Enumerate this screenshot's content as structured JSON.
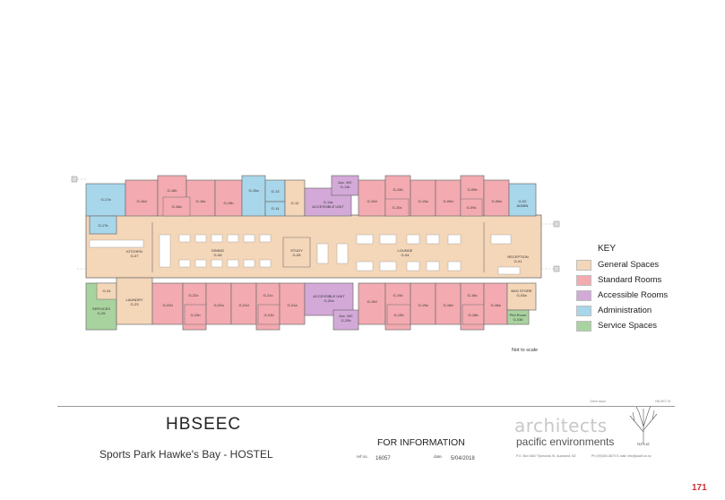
{
  "rooms": [
    {
      "id": "G-17a",
      "label": "G-17a"
    },
    {
      "id": "G-17b",
      "label": "G-17b"
    },
    {
      "id": "G-16d",
      "label": "G-16d"
    },
    {
      "id": "G-16b",
      "label": "G-16b"
    },
    {
      "id": "G-16c",
      "label": "G-16c"
    },
    {
      "id": "G-16a",
      "label": "G-16a"
    },
    {
      "id": "G-15b",
      "label": "G-15b"
    },
    {
      "id": "G-15a",
      "label": "G-15a"
    },
    {
      "id": "G-13",
      "label": "G-13"
    },
    {
      "id": "G-14",
      "label": "G-14"
    },
    {
      "id": "G-12",
      "label": "G-12"
    },
    {
      "id": "G-11b",
      "label": "Acc. WC\nG-11b"
    },
    {
      "id": "G-11a",
      "label": "G-11a\nACCESSIBLE UNIT"
    },
    {
      "id": "G-10d",
      "label": "G-10d"
    },
    {
      "id": "G-10b",
      "label": "G-10b"
    },
    {
      "id": "G-10a",
      "label": "G-10a"
    },
    {
      "id": "G-10c",
      "label": "G-10c"
    },
    {
      "id": "G-09d",
      "label": "G-09d"
    },
    {
      "id": "G-09b",
      "label": "G-09b"
    },
    {
      "id": "G-09a",
      "label": "G-09a"
    },
    {
      "id": "G-09c",
      "label": "G-09c"
    },
    {
      "id": "G-02",
      "label": "G-02\nADMIN"
    },
    {
      "id": "G-07",
      "label": "KITCHEN\nG-07"
    },
    {
      "id": "G-06",
      "label": "DINING\nG-06"
    },
    {
      "id": "G-05",
      "label": "STUDY\nG-05"
    },
    {
      "id": "G-04",
      "label": "LOUNGE\nG-04"
    },
    {
      "id": "G-01",
      "label": "RECEPTION\nG-01"
    },
    {
      "id": "G-24",
      "label": "G-24"
    },
    {
      "id": "G-25",
      "label": "SERVICES\nG-25"
    },
    {
      "id": "G-23",
      "label": "LAUNDRY\nG-23"
    },
    {
      "id": "G-22d",
      "label": "G-22d"
    },
    {
      "id": "G-22c",
      "label": "G-22c"
    },
    {
      "id": "G-22b",
      "label": "G-22b"
    },
    {
      "id": "G-22a",
      "label": "G-22a"
    },
    {
      "id": "G-21d",
      "label": "G-21d"
    },
    {
      "id": "G-21c",
      "label": "G-21c"
    },
    {
      "id": "G-21b",
      "label": "G-21b"
    },
    {
      "id": "G-21a",
      "label": "G-21a"
    },
    {
      "id": "G-20a",
      "label": "ACCESSIBLE UNIT\nG-20a"
    },
    {
      "id": "G-20b",
      "label": "Acc. WC\nG-20b"
    },
    {
      "id": "G-19d",
      "label": "G-19d"
    },
    {
      "id": "G-19c",
      "label": "G-19c"
    },
    {
      "id": "G-19b",
      "label": "G-19b"
    },
    {
      "id": "G-19a",
      "label": "G-19a"
    },
    {
      "id": "G-18d",
      "label": "G-18d"
    },
    {
      "id": "G-18c",
      "label": "G-18c"
    },
    {
      "id": "G-18b",
      "label": "G-18b"
    },
    {
      "id": "G-18a",
      "label": "G-18a"
    },
    {
      "id": "G-03a",
      "label": "BAG STORE\nG-03a"
    },
    {
      "id": "G-03b",
      "label": "Plnt Room\nG-03b"
    }
  ],
  "key": {
    "title": "KEY",
    "items": [
      {
        "label": "General Spaces",
        "color": "#f4d6b8"
      },
      {
        "label": "Standard Rooms",
        "color": "#f3aab0"
      },
      {
        "label": "Accessible Rooms",
        "color": "#d3a9d8"
      },
      {
        "label": "Administration",
        "color": "#a8d6ea"
      },
      {
        "label": "Service Spaces",
        "color": "#a9d39e"
      }
    ]
  },
  "scale_note": "Not to scale",
  "title_block": {
    "project": "HBSEEC",
    "subtitle": "Sports Park Hawke's Bay - HOSTEL",
    "status": "FOR INFORMATION",
    "ref_label": "ref no.",
    "ref_value": "16057",
    "date_label": "date.",
    "date_value": "5/04/2018",
    "client_issue": "Client issue",
    "client_code": "HB-SKT-01"
  },
  "firm": {
    "name_line1": "architects",
    "name_line2": "pacific environments",
    "ltd": "NZ Ltd",
    "po_box": "P.O. Box 6607 Symonds St, Auckland, NZ",
    "phone": "Ph (09)300-5870 E-mail: info@pacif.co.nz"
  },
  "page_number": "171",
  "colors": {
    "general": "#f4d6b8",
    "standard": "#f3aab0",
    "accessible": "#d3a9d8",
    "admin": "#a8d6ea",
    "service": "#a9d39e",
    "wall": "#6e6e6e"
  }
}
